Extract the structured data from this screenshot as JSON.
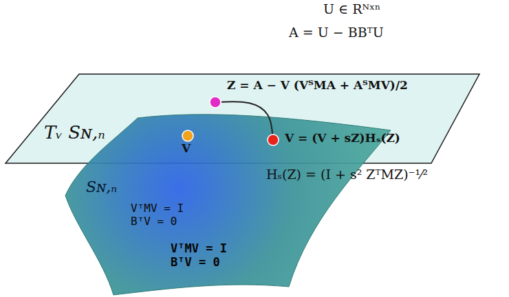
{
  "diagram": {
    "nodes": [
      {
        "text": [
          "Tᵥ Sɴ,ₙ"
        ]
      },
      {
        "text": [
          "Z = A − V (VᵀMA + AᵀMV)/2"
        ],
        "in": 0
      },
      {
        "text": [
          "Sɴ,ₙ",
          "VᵀMV = I",
          "BᵀV = 0",
          "VᵀMV = I",
          "BᵀV = 0"
        ]
      },
      {
        "text": [
          "V"
        ],
        "in": 2
      },
      {
        "text": [
          "V = (V + sZ)Hₛ(Z)"
        ],
        "in": 2
      }
    ],
    "edges": [
      {
        "from": 1,
        "to": 4,
        "arrow": "none"
      }
    ],
    "labels": [
      "U ∈ Rᴺˣⁿ",
      "A = U − BBᵀU",
      "Hₛ(Z) = (I + s² ZᵀMZ)⁻¹⁄²"
    ]
  }
}
